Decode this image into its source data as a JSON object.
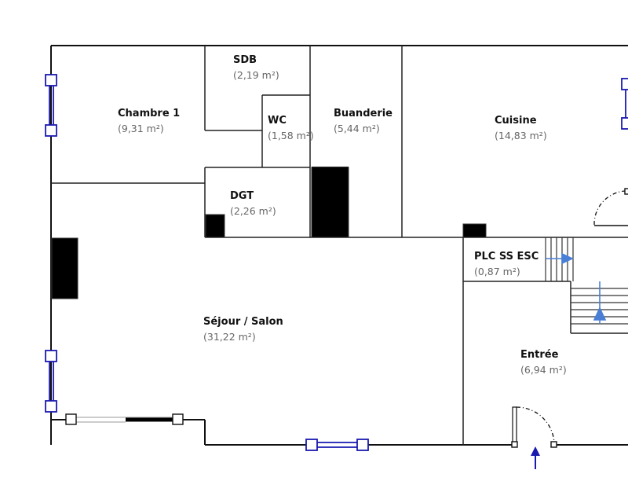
{
  "plan": {
    "rooms": [
      {
        "id": "sdb",
        "name": "SDB",
        "area": "(2,19 m²)"
      },
      {
        "id": "chambre1",
        "name": "Chambre 1",
        "area": "(9,31 m²)"
      },
      {
        "id": "wc",
        "name": "WC",
        "area": "(1,58 m²)"
      },
      {
        "id": "buanderie",
        "name": "Buanderie",
        "area": "(5,44 m²)"
      },
      {
        "id": "cuisine",
        "name": "Cuisine",
        "area": "(14,83 m²)"
      },
      {
        "id": "dgt",
        "name": "DGT",
        "area": "(2,26 m²)"
      },
      {
        "id": "plc",
        "name": "PLC SS ESC",
        "area": "(0,87 m²)"
      },
      {
        "id": "sejour",
        "name": "Séjour / Salon",
        "area": "(31,22 m²)"
      },
      {
        "id": "entree",
        "name": "Entrée",
        "area": "(6,94 m²)"
      }
    ],
    "colors": {
      "walls": "#111111",
      "window": "#1a1ab0",
      "arrow": "#4a7fd6",
      "area_text": "#666666"
    }
  }
}
